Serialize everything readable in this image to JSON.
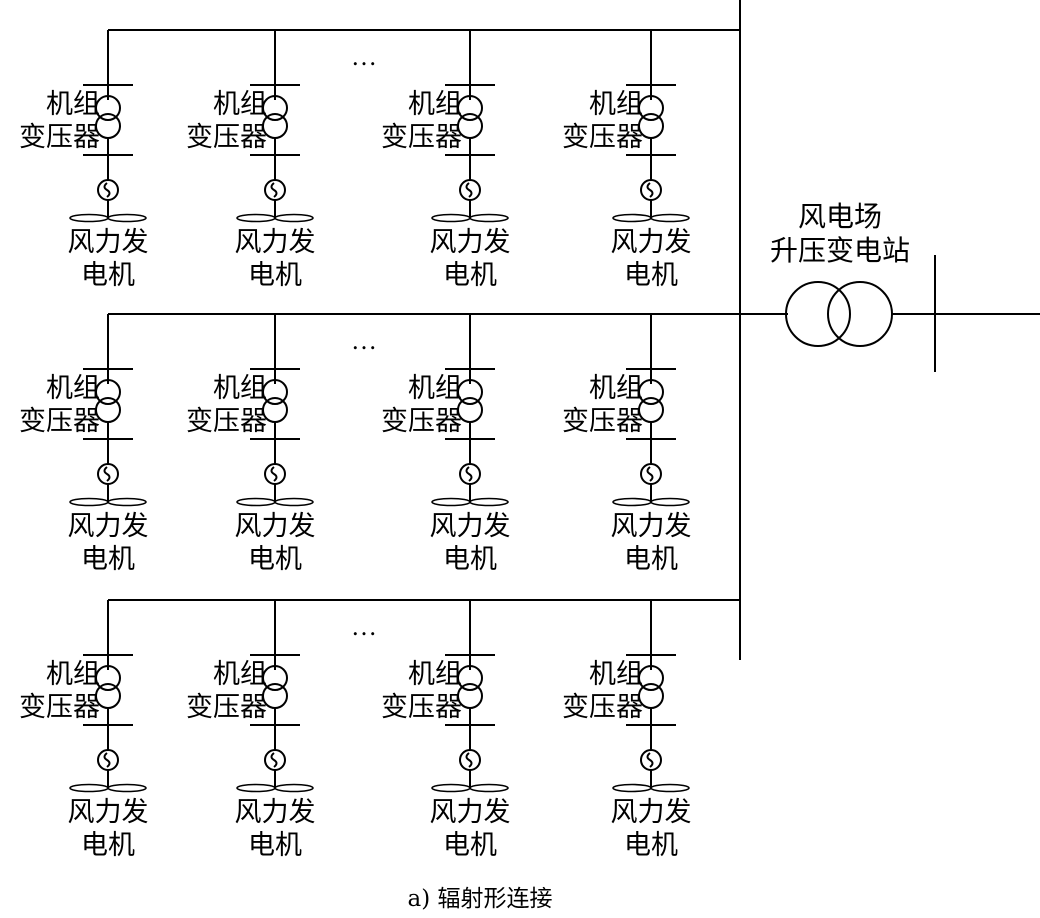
{
  "caption": "a) 辐射形连接",
  "substation": {
    "label_line1": "风电场",
    "label_line2": "升压变电站"
  },
  "feeders": [
    {
      "ellipsis": "…",
      "units": [
        {
          "transformer_line1": "机组",
          "transformer_line2": "变压器",
          "generator_line1": "风力发",
          "generator_line2": "电机"
        },
        {
          "transformer_line1": "机组",
          "transformer_line2": "变压器",
          "generator_line1": "风力发",
          "generator_line2": "电机"
        },
        {
          "transformer_line1": "机组",
          "transformer_line2": "变压器",
          "generator_line1": "风力发",
          "generator_line2": "电机"
        },
        {
          "transformer_line1": "机组",
          "transformer_line2": "变压器",
          "generator_line1": "风力发",
          "generator_line2": "电机"
        }
      ]
    },
    {
      "ellipsis": "…",
      "units": [
        {
          "transformer_line1": "机组",
          "transformer_line2": "变压器",
          "generator_line1": "风力发",
          "generator_line2": "电机"
        },
        {
          "transformer_line1": "机组",
          "transformer_line2": "变压器",
          "generator_line1": "风力发",
          "generator_line2": "电机"
        },
        {
          "transformer_line1": "机组",
          "transformer_line2": "变压器",
          "generator_line1": "风力发",
          "generator_line2": "电机"
        },
        {
          "transformer_line1": "机组",
          "transformer_line2": "变压器",
          "generator_line1": "风力发",
          "generator_line2": "电机"
        }
      ]
    },
    {
      "ellipsis": "…",
      "units": [
        {
          "transformer_line1": "机组",
          "transformer_line2": "变压器",
          "generator_line1": "风力发",
          "generator_line2": "电机"
        },
        {
          "transformer_line1": "机组",
          "transformer_line2": "变压器",
          "generator_line1": "风力发",
          "generator_line2": "电机"
        },
        {
          "transformer_line1": "机组",
          "transformer_line2": "变压器",
          "generator_line1": "风力发",
          "generator_line2": "电机"
        },
        {
          "transformer_line1": "机组",
          "transformer_line2": "变压器",
          "generator_line1": "风力发",
          "generator_line2": "电机"
        }
      ]
    }
  ]
}
